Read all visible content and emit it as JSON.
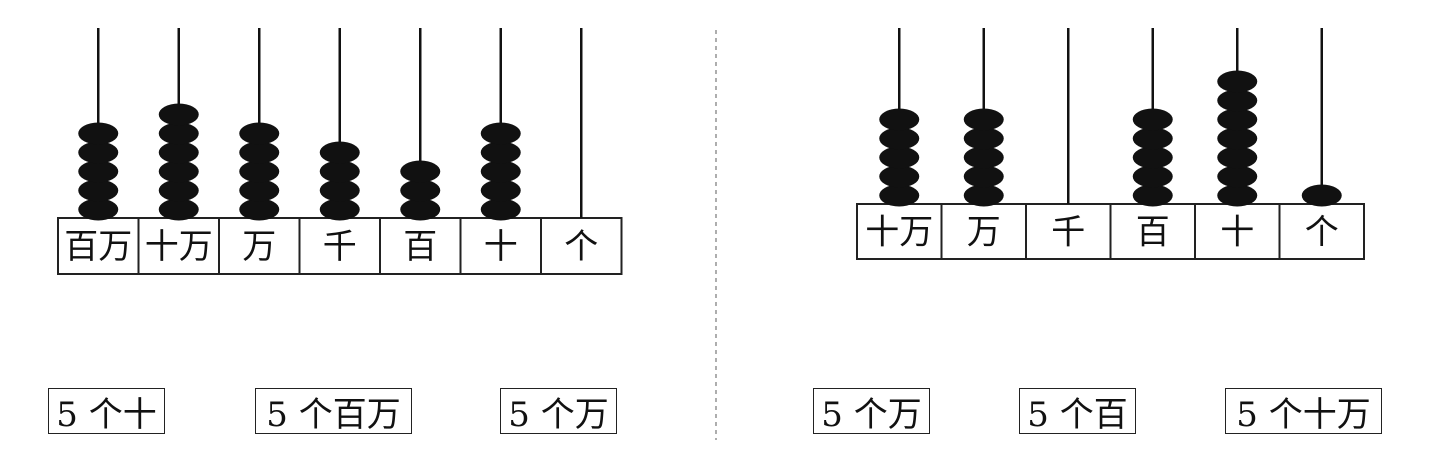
{
  "abacus_left": {
    "labels": [
      "百万",
      "十万",
      "万",
      "千",
      "百",
      "十",
      "个"
    ],
    "beads": [
      5,
      6,
      5,
      4,
      3,
      5,
      0
    ]
  },
  "abacus_right": {
    "labels": [
      "十万",
      "万",
      "千",
      "百",
      "十",
      "个"
    ],
    "beads": [
      5,
      5,
      0,
      5,
      7,
      1
    ]
  },
  "answers_left": [
    "5 个十",
    "5 个百万",
    "5 个万"
  ],
  "answers_right": [
    "5 个万",
    "5 个百",
    "5 个十万"
  ],
  "colors": {
    "bead": "#111111",
    "rod": "#111111",
    "line": "#222222"
  }
}
